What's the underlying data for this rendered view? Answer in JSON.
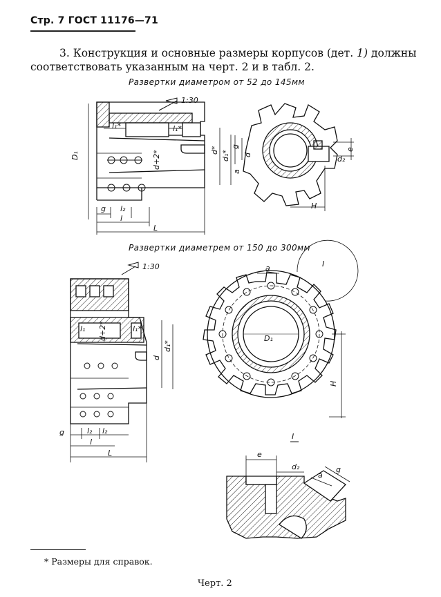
{
  "header": {
    "page_label": "Стр. 7 ГОСТ 11176—71"
  },
  "paragraph": {
    "number": "3.",
    "text_before": " Конструкция и основные размеры  корпусов (дет. ",
    "part_ref": "1)",
    "text_after": " должны соответствовать указанным на черт. 2 и в табл. 2."
  },
  "figure_top": {
    "caption": "Развертки диаметром от 52 до 145мм",
    "taper_label": "1:30",
    "labels": {
      "D1": "D₁",
      "g": "g",
      "l": "l",
      "l2": "l₂",
      "L": "L",
      "l1_star": "l₁*",
      "l1_star_b": "l₁*",
      "d_plus_2": "d+2*",
      "d_star": "d*",
      "d1_star": "d₁*",
      "front_g": "g",
      "front_a": "a",
      "front_d": "d",
      "front_e": "e",
      "front_d2": "d₂",
      "front_H": "H"
    }
  },
  "figure_bottom": {
    "caption": "Развертки диаметрем от 150 до 300мм",
    "taper_label": "1:30",
    "labels": {
      "l1": "l₁",
      "d_plus_2": "d+2*",
      "l1_star": "l₁*",
      "d": "d",
      "d1_star": "d₁*",
      "g": "g",
      "l2": "l₂",
      "l2_b": "l₂",
      "l": "l",
      "L": "L",
      "a": "a",
      "I": "I",
      "D1": "D₁",
      "H": "H"
    }
  },
  "detail": {
    "title": "I",
    "labels": {
      "e": "e",
      "d2": "d₂",
      "a": "a",
      "g": "g"
    }
  },
  "footnote": "* Размеры для справок.",
  "figure_number": "Черт. 2"
}
